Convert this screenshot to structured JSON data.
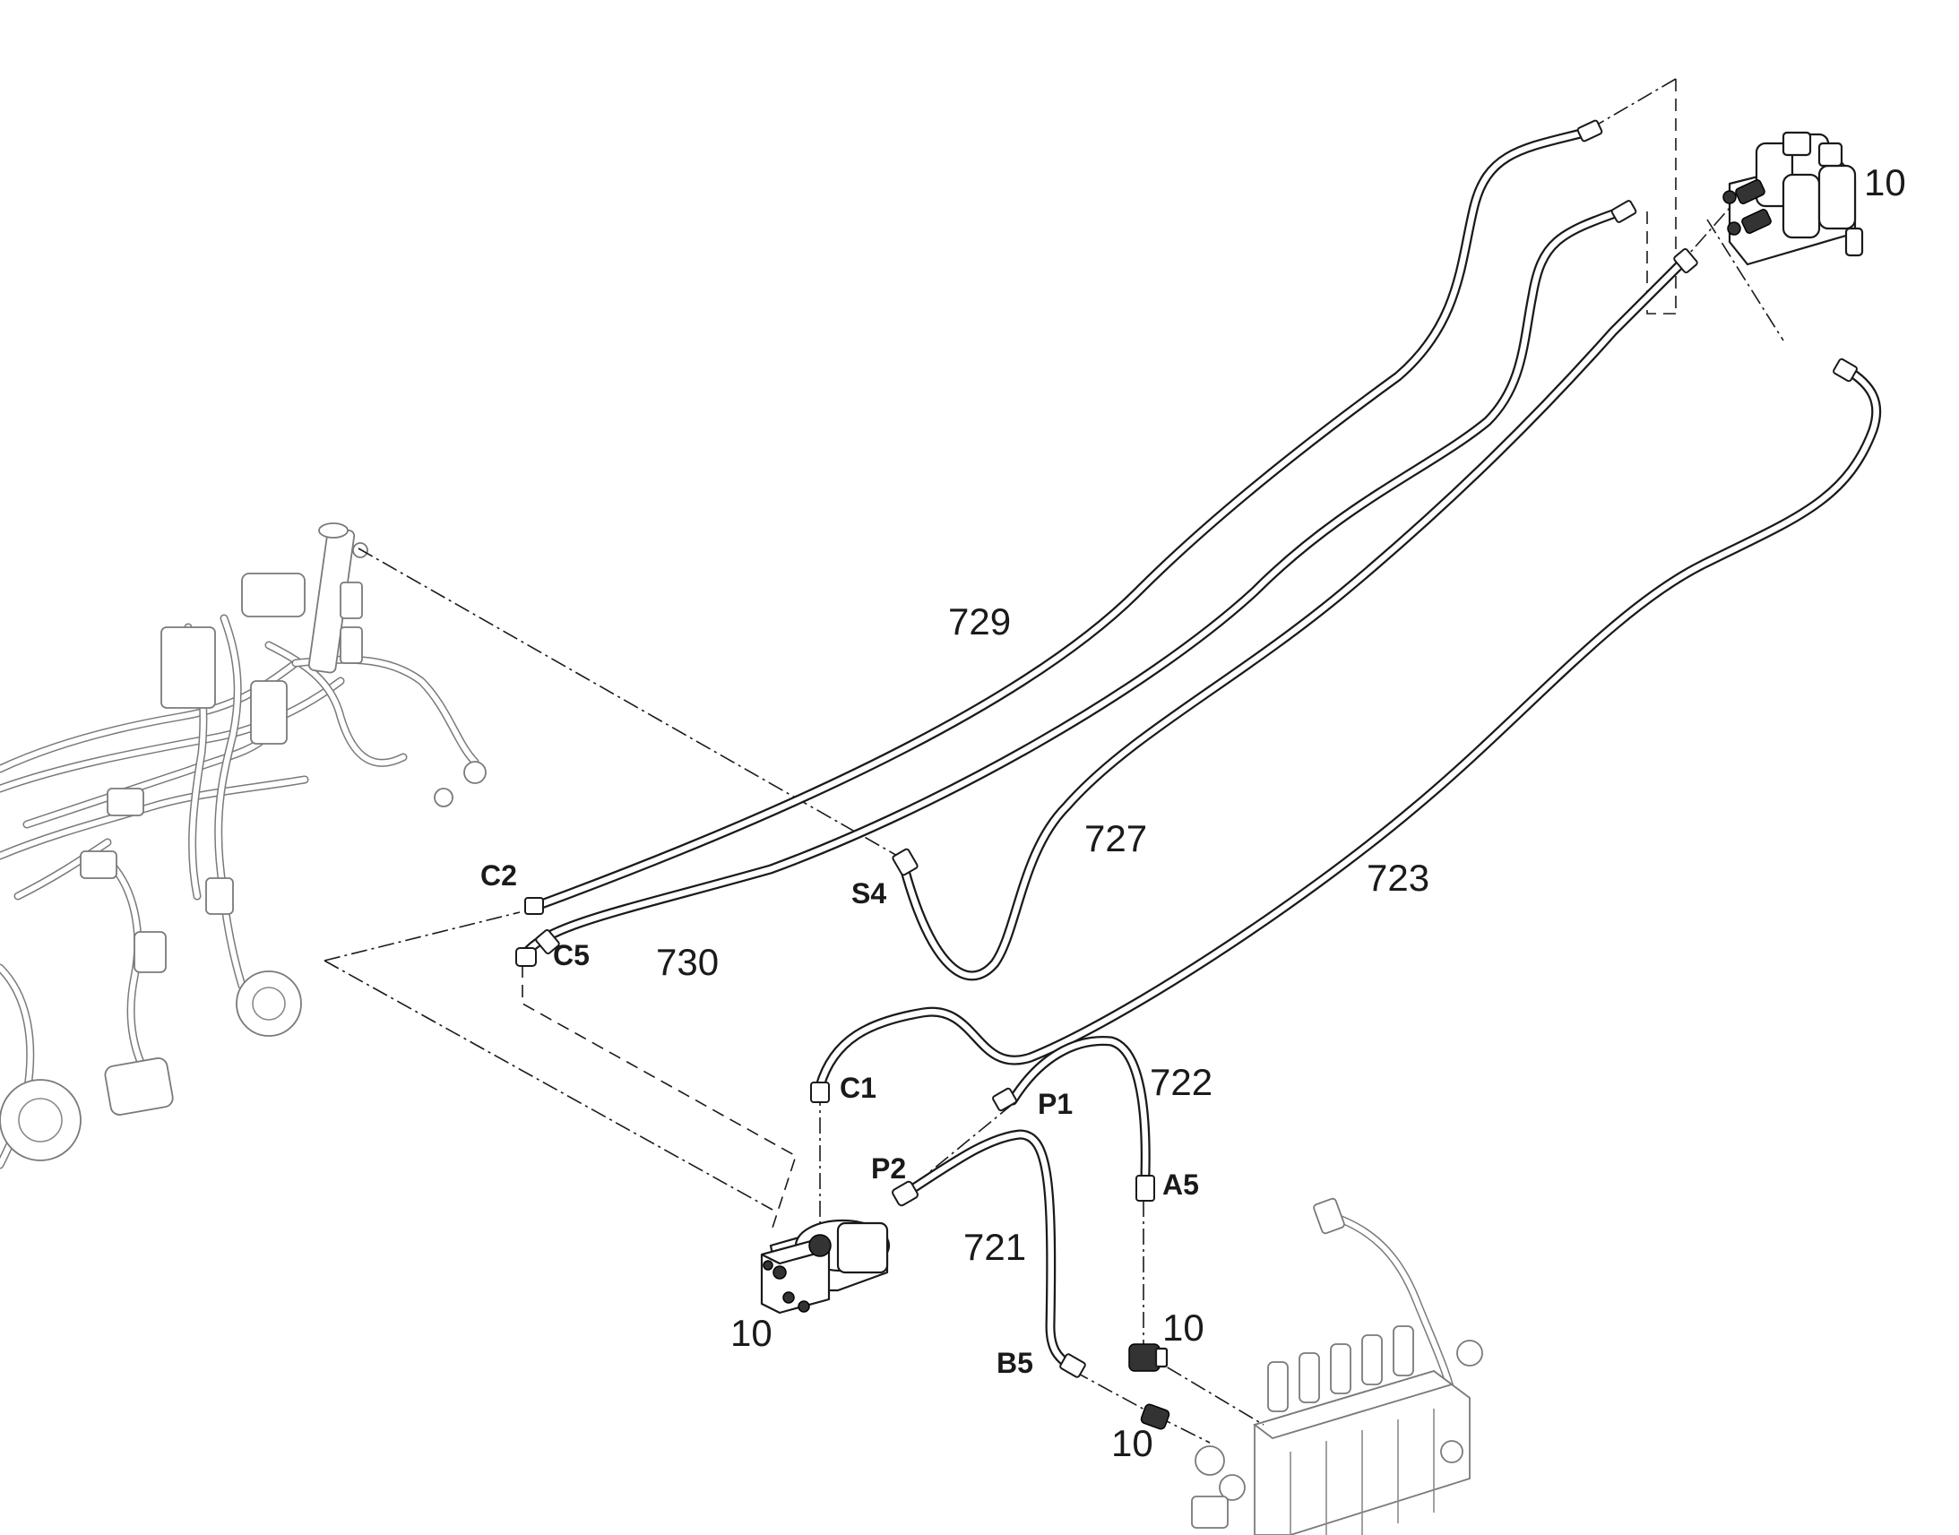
{
  "hose_labels": {
    "h729": "729",
    "h730": "730",
    "h727": "727",
    "h723": "723",
    "h722": "722",
    "h721": "721"
  },
  "port_labels": {
    "c2": "C2",
    "c5": "C5",
    "s4": "S4",
    "c1": "C1",
    "p1": "P1",
    "p2": "P2",
    "a5": "A5",
    "b5": "B5"
  },
  "item_labels": {
    "valve_block_top": "10",
    "divider_valve": "10",
    "adapter_a5": "10",
    "adapter_b5": "10"
  },
  "colors": {
    "line": "#1a1a1a",
    "ghost": "#7a7a7a",
    "background": "#ffffff"
  }
}
